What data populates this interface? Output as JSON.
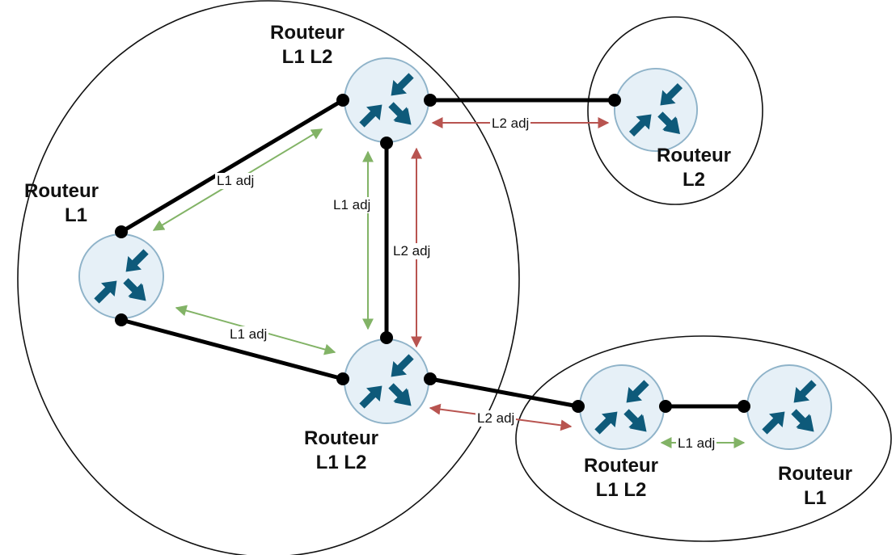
{
  "routers": {
    "r_top": {
      "line1": "Routeur",
      "line2": "L1 L2"
    },
    "r_left": {
      "line1": "Routeur",
      "line2": "L1"
    },
    "r_bottom": {
      "line1": "Routeur",
      "line2": "L1 L2"
    },
    "r_far": {
      "line1": "Routeur",
      "line2": "L2"
    },
    "r_area2_a": {
      "line1": "Routeur",
      "line2": "L1 L2"
    },
    "r_area2_b": {
      "line1": "Routeur",
      "line2": "L1"
    }
  },
  "adjacencies": {
    "left_top": "L1 adj",
    "left_bottom": "L1 adj",
    "top_bottom_l1": "L1 adj",
    "top_bottom_l2": "L2 adj",
    "top_far": "L2 adj",
    "bottom_area2": "L2 adj",
    "area2_internal": "L1 adj"
  },
  "colors": {
    "l1_arrow": "#82b366",
    "l2_arrow": "#b85450",
    "router_fill": "#e6f0f7",
    "router_stroke": "#8fb3c9",
    "router_arrow": "#0e5a7a",
    "link": "#000000"
  },
  "icons": {
    "router": "router-icon"
  }
}
